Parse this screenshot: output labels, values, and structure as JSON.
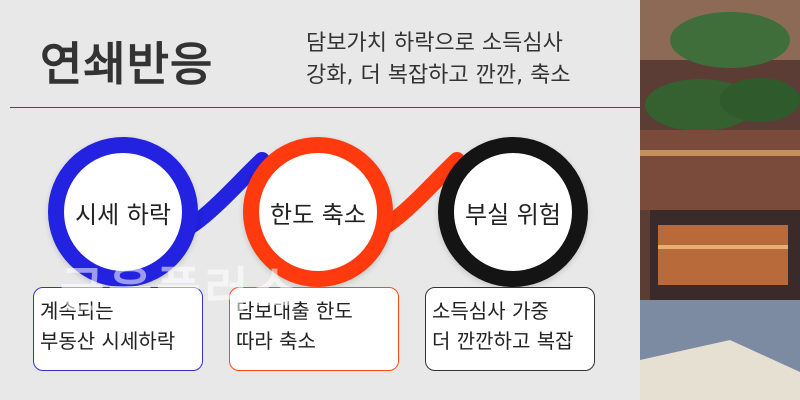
{
  "header": {
    "title": "연쇄반응",
    "subtitle_line1": "담보가치 하락으로 소득심사",
    "subtitle_line2": "강화, 더 복잡하고 깐깐, 축소"
  },
  "watermark": "금융플러스",
  "steps": [
    {
      "label": "시세 하락",
      "desc_line1": "계속되는",
      "desc_line2": "부동산 시세하락",
      "color": "#2222e0"
    },
    {
      "label": "한도 축소",
      "desc_line1": "담보대출 한도",
      "desc_line2": "따라 축소",
      "color": "#ff3a0f"
    },
    {
      "label": "부실 위험",
      "desc_line1": "소득심사 가중",
      "desc_line2": "더 깐깐하고 복잡",
      "color": "#141414"
    }
  ],
  "colors": {
    "background": "#e8e8e8",
    "text": "#333333",
    "divider": "#3a3adc"
  },
  "photo": {
    "subject": "street-scene-illustration"
  }
}
